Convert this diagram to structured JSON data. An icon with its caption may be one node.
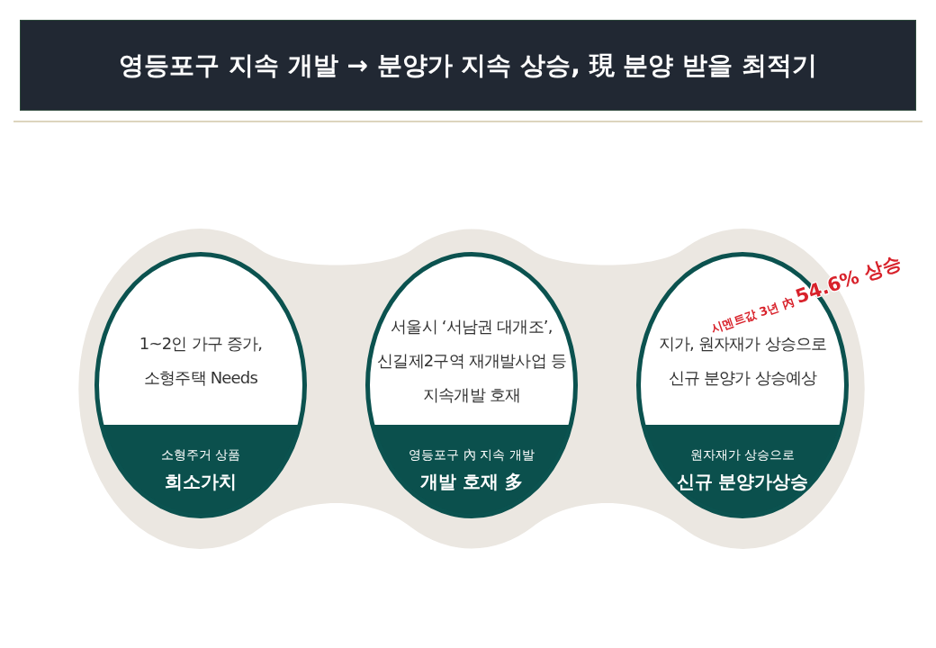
{
  "diagram": {
    "title": "영등포구 지속 개발 → 분양가 지속 상승, 現 분양 받을 최적기",
    "nodes": [
      {
        "text": [
          "1~2인 가구 증가, 소형주택 Needs",
          "소형주거 상품",
          "희소가치"
        ]
      },
      {
        "text": [
          "서울시 ‘서남권 대개조’, 신길제2구역 재개발사업 등 지속개발 호재",
          "영등포구 內 지속 개발",
          "개발 호재 多"
        ]
      },
      {
        "text": [
          "시멘트값 3년 內 **54.6% 상승**",
          "지가, 원자재가 상승으로 신규 분양가 상승예상",
          "원자재가 상승으로",
          "신규 분양가상승"
        ]
      }
    ]
  }
}
